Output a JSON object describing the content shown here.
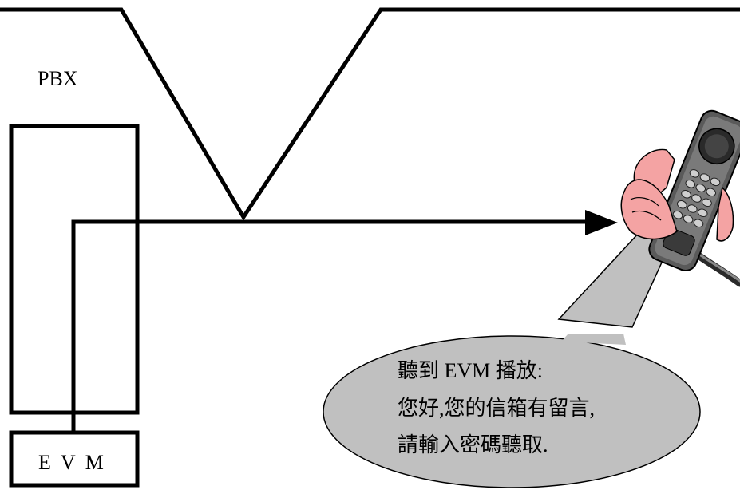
{
  "pbx_label": "PBX",
  "evm_label": "E V M",
  "callout": {
    "lines": [
      "聽到 EVM 播放:",
      "您好,您的信箱有留言,",
      "請輸入密碼聽取."
    ]
  },
  "icons": {
    "phone": "handset-in-hand-icon"
  },
  "colors": {
    "bubble_fill": "#c0c0c0",
    "hand_fill": "#f4a3a3",
    "phone_body": "#5a5a5a",
    "line": "#000000"
  }
}
